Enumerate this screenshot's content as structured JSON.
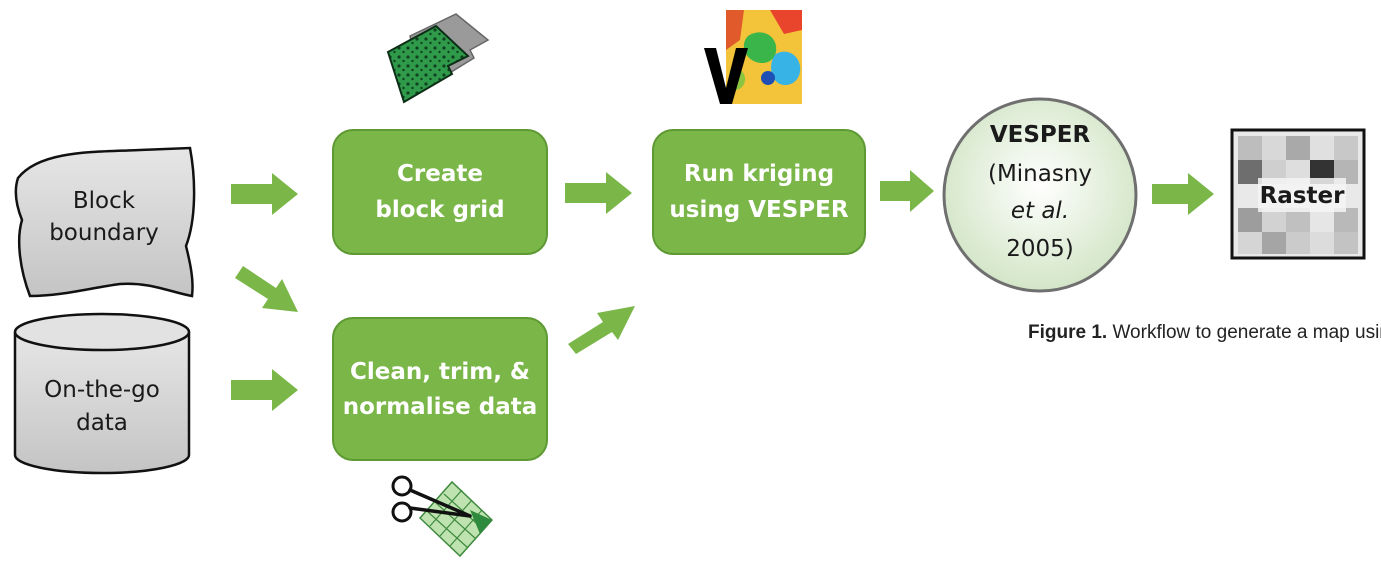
{
  "nodes": {
    "block_boundary": {
      "line1": "Block",
      "line2": "boundary"
    },
    "on_the_go": {
      "line1": "On-the-go",
      "line2": "data"
    },
    "create_grid": {
      "line1": "Create",
      "line2": "block grid"
    },
    "clean_trim": {
      "line1": "Clean, trim, &",
      "line2": "normalise data"
    },
    "run_kriging": {
      "line1": "Run kriging",
      "line2": "using VESPER"
    },
    "vesper": {
      "line1": "VESPER",
      "line2": "(Minasny",
      "line3": "et al.",
      "line4": "2005)"
    },
    "raster": {
      "label": "Raster"
    }
  },
  "caption": {
    "label": "Figure 1.",
    "text": "Workflow to generate a map using PAT."
  },
  "colors": {
    "green_box": "#7ab648",
    "green_border": "#5e9a33",
    "arrow": "#7ab648",
    "gray_shape": "#d4d4d4",
    "circle_fill": "#dcecd2"
  }
}
